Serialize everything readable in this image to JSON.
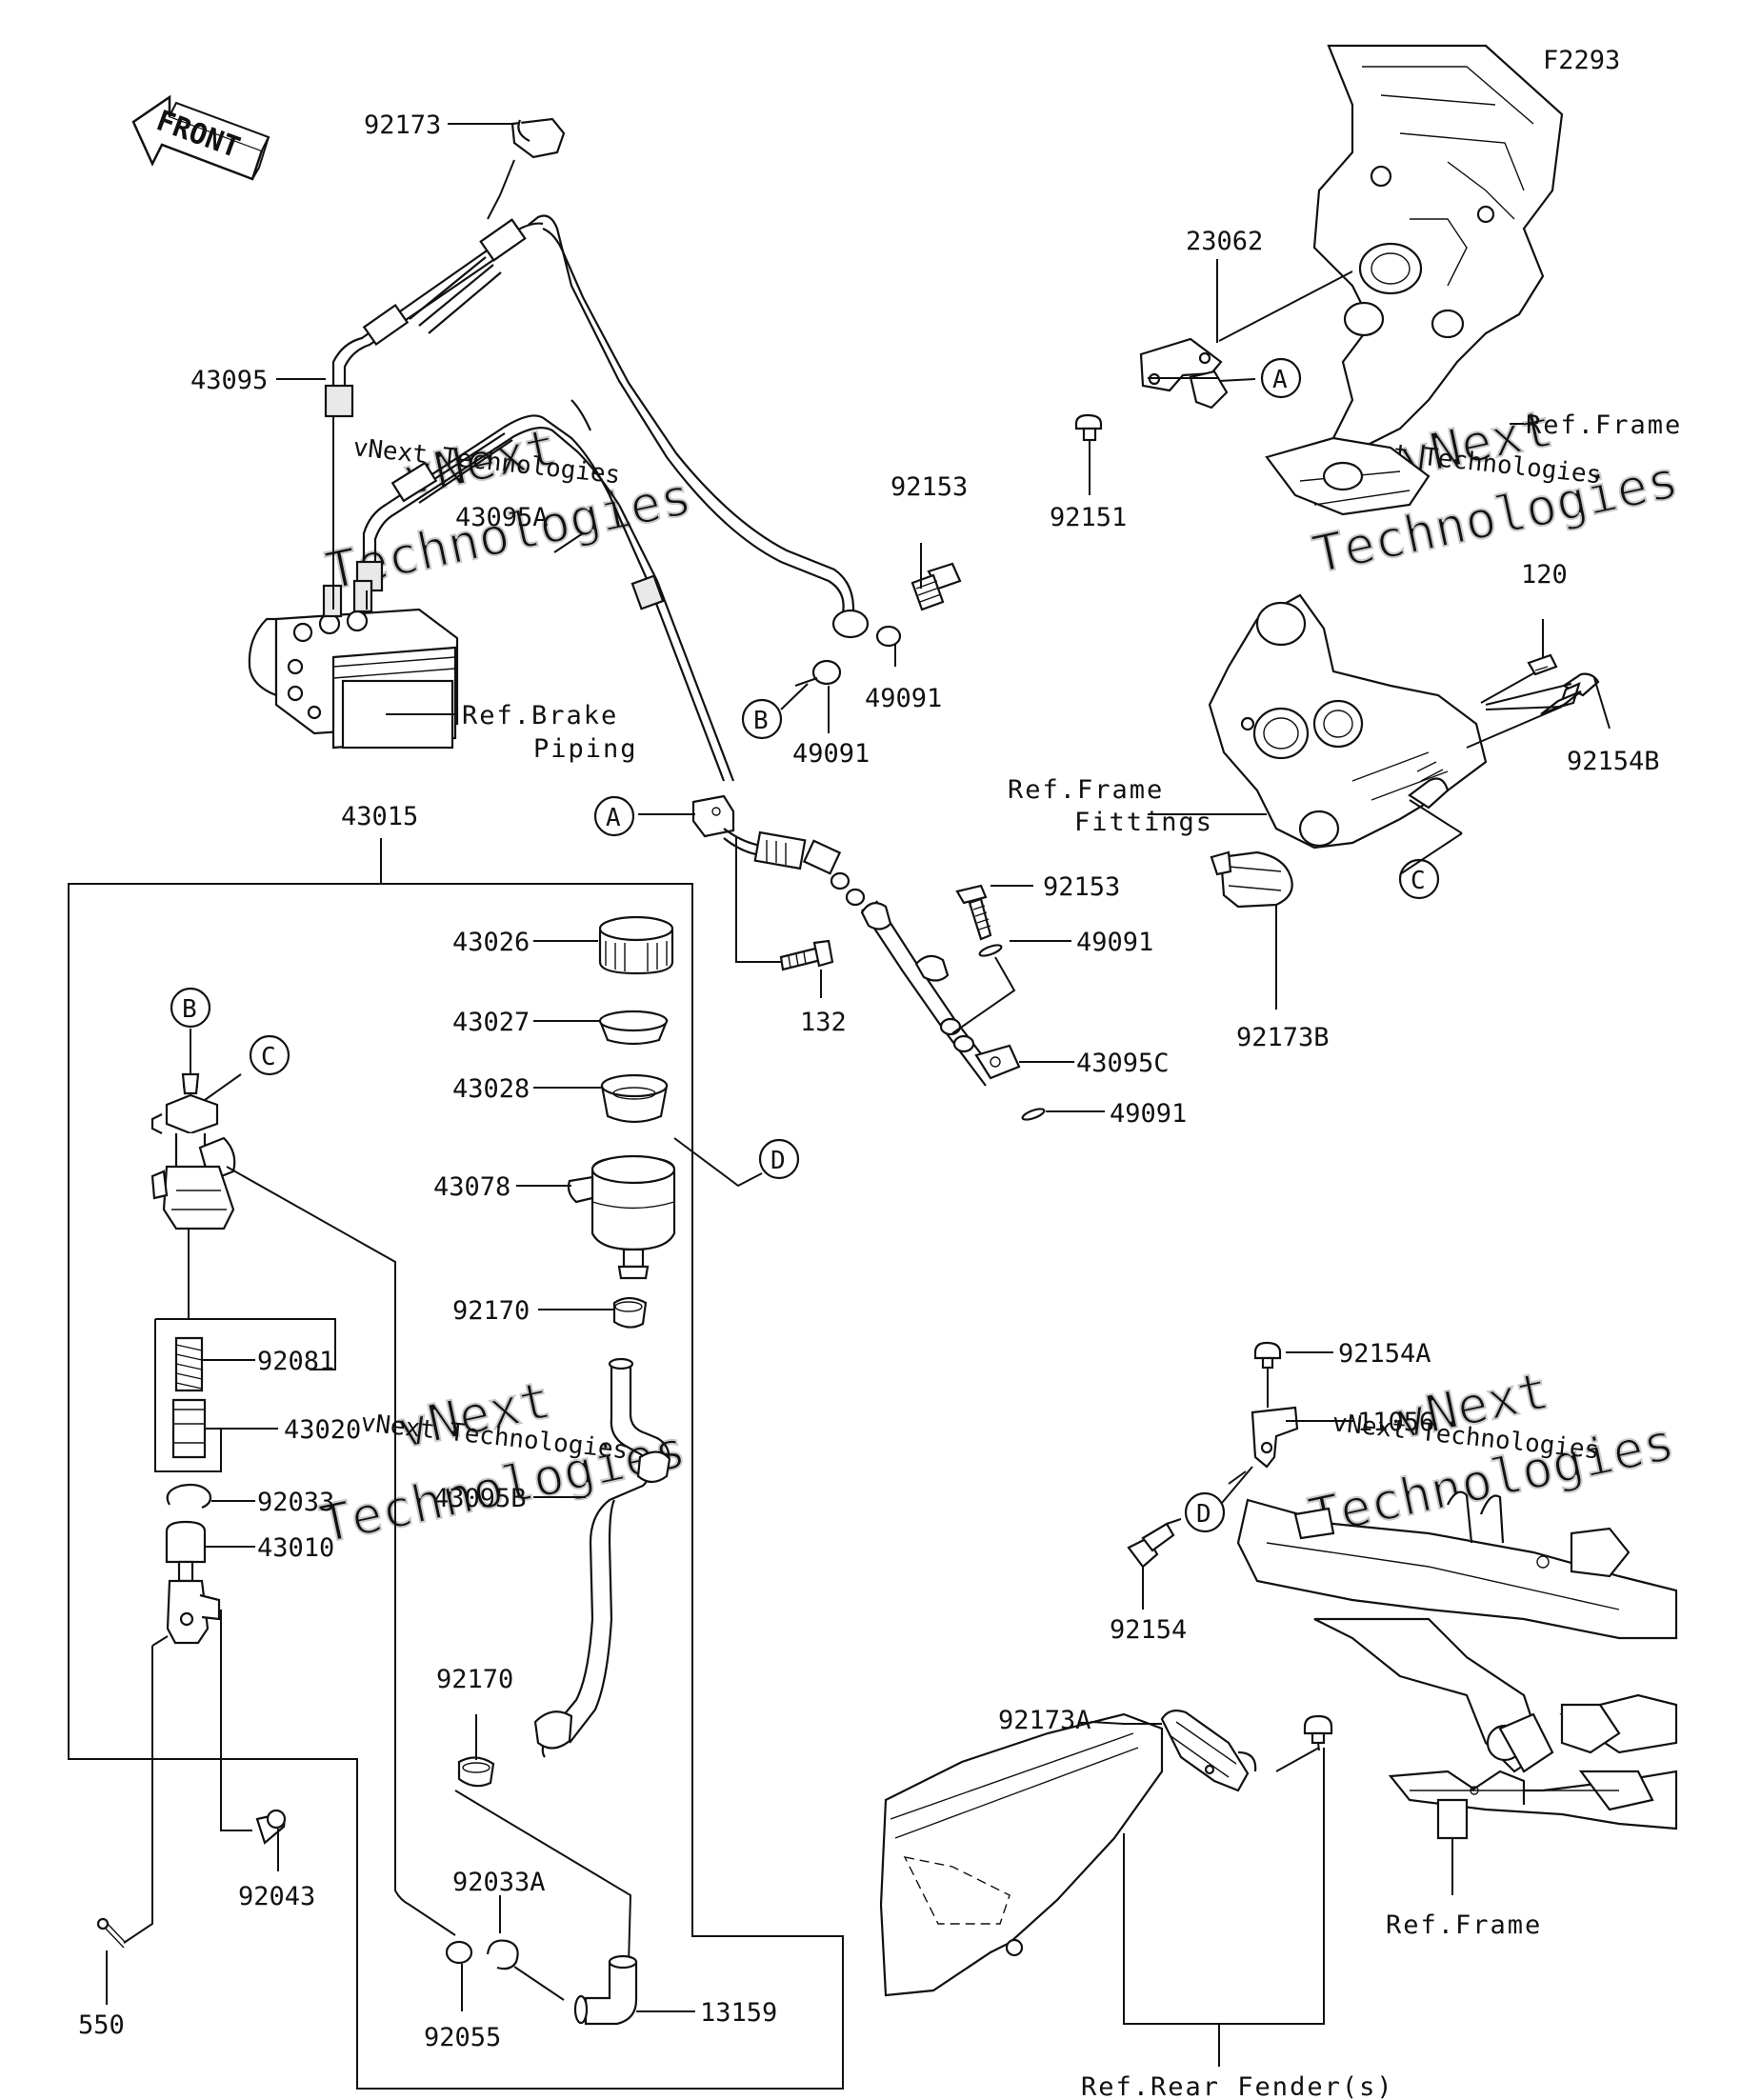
{
  "figure_code": "F2293",
  "front_arrow": "FRONT",
  "watermark": {
    "name": "vNext Technologies",
    "big_top": "vNext",
    "big_bottom": "Technologies"
  },
  "part_labels": [
    "92173",
    "43095",
    "43095A",
    "92153",
    "92153",
    "49091",
    "49091",
    "49091",
    "49091",
    "23062",
    "92151",
    "120",
    "92154B",
    "92173B",
    "43015",
    "43026",
    "43027",
    "43028",
    "43078",
    "92170",
    "92170",
    "92081",
    "43020",
    "92033",
    "43010",
    "43095B",
    "43095C",
    "132",
    "92043",
    "550",
    "92055",
    "92033A",
    "13159",
    "92154A",
    "11056",
    "92154",
    "92173A"
  ],
  "refs": {
    "brake_piping_1": "Ref.Brake",
    "brake_piping_2": "Piping",
    "frame_top": "Ref.Frame",
    "frame_fittings_1": "Ref.Frame",
    "frame_fittings_2": "Fittings",
    "frame_bottom": "Ref.Frame",
    "rear_fender": "Ref.Rear Fender(s)"
  },
  "callouts": [
    "A",
    "A",
    "B",
    "B",
    "C",
    "C",
    "D",
    "D"
  ]
}
